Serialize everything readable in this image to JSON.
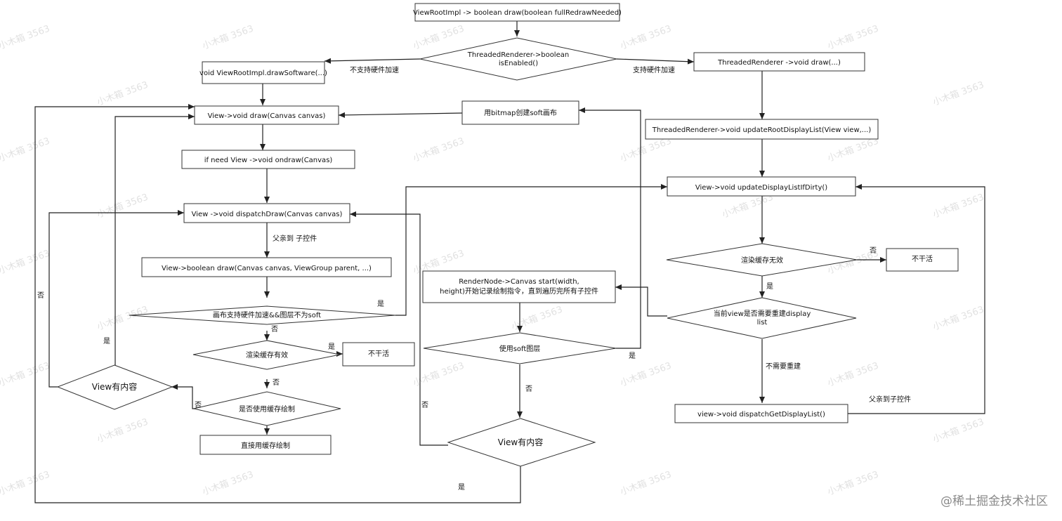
{
  "nodes": {
    "root": "ViewRootImpl -> boolean draw(boolean fullRedrawNeeded)",
    "hw_check": [
      "ThreadedRenderer->boolean",
      "isEnabled()"
    ],
    "draw_software": "void ViewRootImpl.drawSoftware(...)",
    "threaded_draw": "ThreadedRenderer ->void draw(...)",
    "view_draw": "View->void draw(Canvas canvas)",
    "bitmap_canvas": "用bitmap创建soft画布",
    "update_root": "ThreadedRenderer->void updateRootDisplayList(View view,...)",
    "ondraw": "if need View ->void ondraw(Canvas)",
    "update_if_dirty": "View->void updateDisplayListIfDirty()",
    "dispatch_draw": "View ->void dispatchDraw(Canvas canvas)",
    "cache_invalid": "渲染缓存无效",
    "no_work_right": "不干活",
    "view_bool_draw": "View->boolean draw(Canvas canvas, ViewGroup parent, ...)",
    "render_node": [
      "RenderNode->Canvas start(width,",
      "height)开始记录绘制指令，直到遍历完所有子控件"
    ],
    "need_rebuild": [
      "当前view是否需要重建display",
      "list"
    ],
    "canvas_hw": "画布支持硬件加速&&图层不为soft",
    "use_soft_layer": "使用soft图层",
    "cache_valid": "渲染缓存有效",
    "no_work_mid": "不干活",
    "view_has_content_left": "View有内容",
    "use_cache": "是否使用缓存绘制",
    "dispatch_get_dl": "view->void  dispatchGetDisplayList()",
    "draw_with_cache": "直接用缓存绘制",
    "view_has_content_mid": "View有内容"
  },
  "labels": {
    "no_hw": "不支持硬件加速",
    "hw": "支持硬件加速",
    "parent_to_child": "父亲到 子控件",
    "parent_to_child_right": "父亲到子控件",
    "no_rebuild": "不需要重建",
    "yes": "是",
    "no": "否"
  },
  "watermark": "小木箱 3563",
  "footer": "@稀土掘金技术社区"
}
